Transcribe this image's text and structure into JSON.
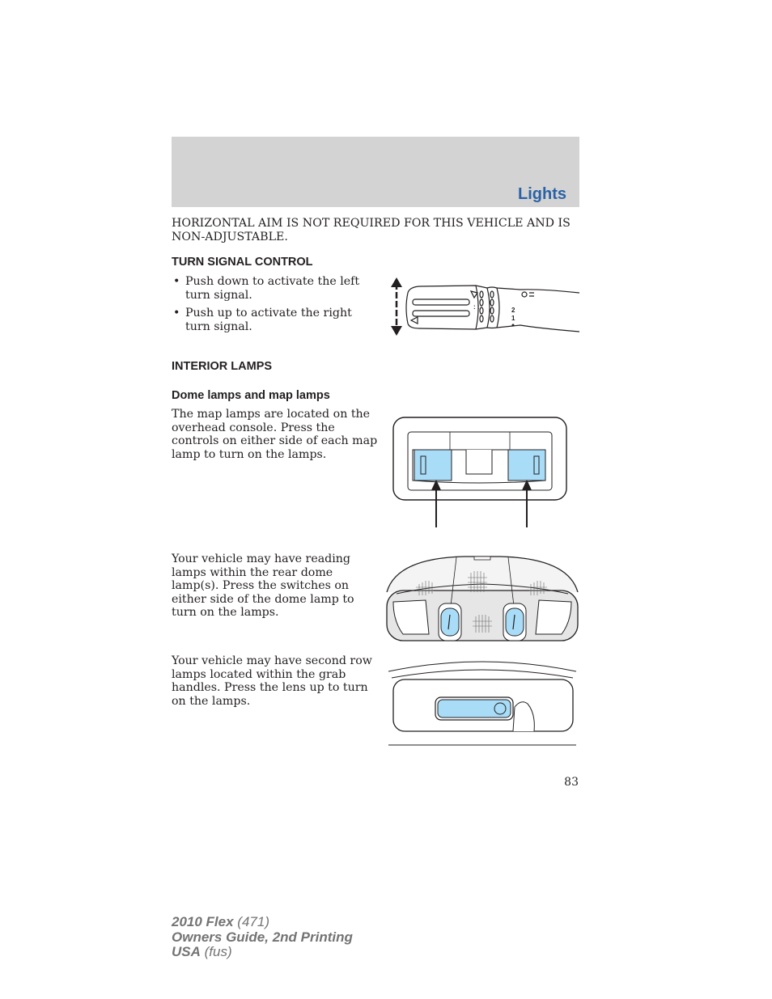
{
  "header": {
    "title": "Lights"
  },
  "intro_text": "HORIZONTAL AIM IS NOT REQUIRED FOR THIS VEHICLE AND IS NON-ADJUSTABLE.",
  "turn_signal": {
    "heading": "TURN SIGNAL CONTROL",
    "bullets": [
      "Push down to activate the left turn signal.",
      "Push up to activate the right turn signal."
    ],
    "bullet_glyph": "•"
  },
  "interior_lamps": {
    "heading": "INTERIOR LAMPS",
    "subheading": "Dome lamps and map lamps",
    "map_lamps_text": "The map lamps are located on the overhead console. Press the controls on either side of each map lamp to turn on the lamps.",
    "reading_lamps_text": "Your vehicle may have reading lamps within the rear dome lamp(s). Press the switches on either side of the dome lamp to turn on the lamps.",
    "second_row_text": "Your vehicle may have second row lamps located within the grab handles. Press the lens up to turn on the lamps."
  },
  "stalk_labels": {
    "speed_2": "2",
    "speed_1": "1"
  },
  "page_number": "83",
  "footer": {
    "model": "2010 Flex",
    "model_code": "(471)",
    "guide": "Owners Guide, 2nd Printing",
    "market": "USA",
    "market_code": "(fus)"
  },
  "colors": {
    "accent": "#2b62a6",
    "band": "#d3d3d3",
    "lens": "#a8dcf7"
  }
}
